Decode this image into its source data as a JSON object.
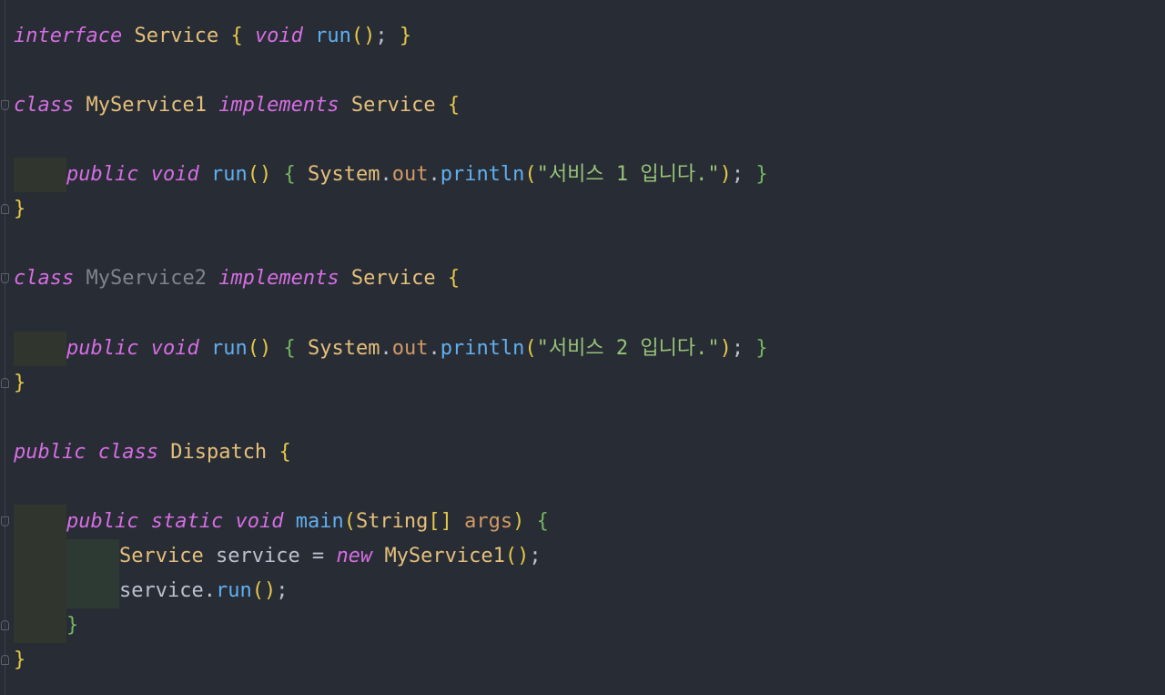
{
  "editor": {
    "lines": [
      {
        "tokens": [
          {
            "t": "interface",
            "c": "kw"
          },
          {
            "t": " "
          },
          {
            "t": "Service",
            "c": "cls"
          },
          {
            "t": " "
          },
          {
            "t": "{",
            "c": "br-y"
          },
          {
            "t": " "
          },
          {
            "t": "void",
            "c": "kw"
          },
          {
            "t": " "
          },
          {
            "t": "run",
            "c": "fn"
          },
          {
            "t": "()",
            "c": "br-y"
          },
          {
            "t": "; ",
            "c": "plain"
          },
          {
            "t": "}",
            "c": "br-y"
          }
        ]
      },
      {
        "tokens": []
      },
      {
        "fold": "down",
        "tokens": [
          {
            "t": "class",
            "c": "kw"
          },
          {
            "t": " "
          },
          {
            "t": "MyService1",
            "c": "cls"
          },
          {
            "t": " "
          },
          {
            "t": "implements",
            "c": "kw"
          },
          {
            "t": " "
          },
          {
            "t": "Service",
            "c": "cls"
          },
          {
            "t": " "
          },
          {
            "t": "{",
            "c": "br-y"
          }
        ]
      },
      {
        "tokens": []
      },
      {
        "indent": 1,
        "tokens": [
          {
            "t": "public",
            "c": "kw"
          },
          {
            "t": " "
          },
          {
            "t": "void",
            "c": "kw"
          },
          {
            "t": " "
          },
          {
            "t": "run",
            "c": "fn"
          },
          {
            "t": "()",
            "c": "br-y"
          },
          {
            "t": " "
          },
          {
            "t": "{",
            "c": "br-g"
          },
          {
            "t": " "
          },
          {
            "t": "System",
            "c": "cls"
          },
          {
            "t": ".",
            "c": "plain"
          },
          {
            "t": "out",
            "c": "fld"
          },
          {
            "t": ".",
            "c": "plain"
          },
          {
            "t": "println",
            "c": "fn"
          },
          {
            "t": "(",
            "c": "br-y"
          },
          {
            "t": "\"서비스 1 입니다.\"",
            "c": "str"
          },
          {
            "t": ")",
            "c": "br-y"
          },
          {
            "t": "; ",
            "c": "plain"
          },
          {
            "t": "}",
            "c": "br-g"
          }
        ]
      },
      {
        "fold": "up",
        "tokens": [
          {
            "t": "}",
            "c": "br-y"
          }
        ]
      },
      {
        "tokens": []
      },
      {
        "fold": "down",
        "tokens": [
          {
            "t": "class",
            "c": "kw"
          },
          {
            "t": " "
          },
          {
            "t": "MyService2",
            "c": "unused"
          },
          {
            "t": " "
          },
          {
            "t": "implements",
            "c": "kw"
          },
          {
            "t": " "
          },
          {
            "t": "Service",
            "c": "cls"
          },
          {
            "t": " "
          },
          {
            "t": "{",
            "c": "br-y"
          }
        ]
      },
      {
        "tokens": []
      },
      {
        "indent": 1,
        "tokens": [
          {
            "t": "public",
            "c": "kw"
          },
          {
            "t": " "
          },
          {
            "t": "void",
            "c": "kw"
          },
          {
            "t": " "
          },
          {
            "t": "run",
            "c": "fn"
          },
          {
            "t": "()",
            "c": "br-y"
          },
          {
            "t": " "
          },
          {
            "t": "{",
            "c": "br-g"
          },
          {
            "t": " "
          },
          {
            "t": "System",
            "c": "cls"
          },
          {
            "t": ".",
            "c": "plain"
          },
          {
            "t": "out",
            "c": "fld"
          },
          {
            "t": ".",
            "c": "plain"
          },
          {
            "t": "println",
            "c": "fn"
          },
          {
            "t": "(",
            "c": "br-y"
          },
          {
            "t": "\"서비스 2 입니다.\"",
            "c": "str"
          },
          {
            "t": ")",
            "c": "br-y"
          },
          {
            "t": "; ",
            "c": "plain"
          },
          {
            "t": "}",
            "c": "br-g"
          }
        ]
      },
      {
        "fold": "up",
        "tokens": [
          {
            "t": "}",
            "c": "br-y"
          }
        ]
      },
      {
        "tokens": []
      },
      {
        "tokens": [
          {
            "t": "public",
            "c": "kw"
          },
          {
            "t": " "
          },
          {
            "t": "class",
            "c": "kw"
          },
          {
            "t": " "
          },
          {
            "t": "Dispatch",
            "c": "cls"
          },
          {
            "t": " "
          },
          {
            "t": "{",
            "c": "br-y"
          }
        ]
      },
      {
        "tokens": []
      },
      {
        "fold": "down",
        "indent": 1,
        "tokens": [
          {
            "t": "public",
            "c": "kw"
          },
          {
            "t": " "
          },
          {
            "t": "static",
            "c": "kw"
          },
          {
            "t": " "
          },
          {
            "t": "void",
            "c": "kw"
          },
          {
            "t": " "
          },
          {
            "t": "main",
            "c": "fn"
          },
          {
            "t": "(",
            "c": "br-y"
          },
          {
            "t": "String",
            "c": "cls"
          },
          {
            "t": "[]",
            "c": "br-y"
          },
          {
            "t": " "
          },
          {
            "t": "args",
            "c": "param"
          },
          {
            "t": ")",
            "c": "br-y"
          },
          {
            "t": " "
          },
          {
            "t": "{",
            "c": "br-g"
          }
        ]
      },
      {
        "indent": 2,
        "tokens": [
          {
            "t": "Service",
            "c": "cls"
          },
          {
            "t": " "
          },
          {
            "t": "service",
            "c": "plain"
          },
          {
            "t": " = ",
            "c": "op"
          },
          {
            "t": "new",
            "c": "kw"
          },
          {
            "t": " "
          },
          {
            "t": "MyService1",
            "c": "cls"
          },
          {
            "t": "()",
            "c": "br-y"
          },
          {
            "t": ";",
            "c": "plain"
          }
        ]
      },
      {
        "indent": 2,
        "tokens": [
          {
            "t": "service",
            "c": "plain"
          },
          {
            "t": ".",
            "c": "plain"
          },
          {
            "t": "run",
            "c": "fn"
          },
          {
            "t": "()",
            "c": "br-y"
          },
          {
            "t": ";",
            "c": "plain"
          }
        ]
      },
      {
        "fold": "up",
        "indent": 1,
        "tokens": [
          {
            "t": "}",
            "c": "br-g"
          }
        ]
      },
      {
        "fold": "up",
        "tokens": [
          {
            "t": "}",
            "c": "br-y"
          }
        ]
      }
    ]
  }
}
